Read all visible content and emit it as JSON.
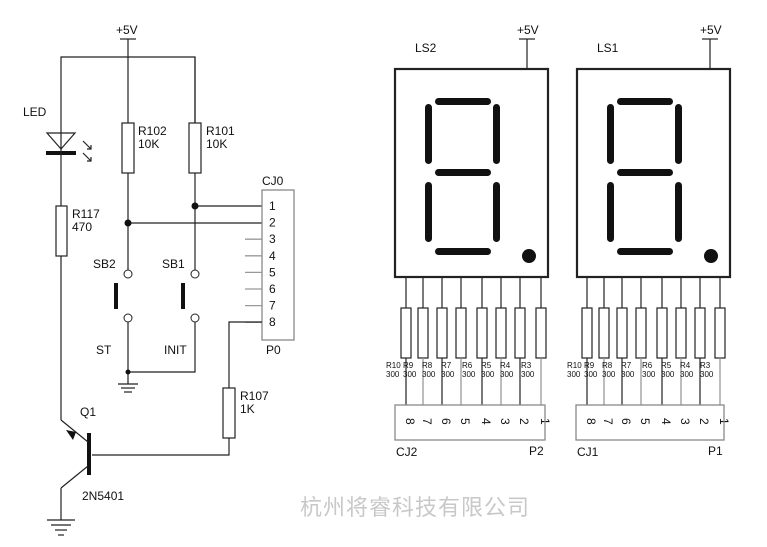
{
  "power_label": "+5V",
  "left": {
    "led": "LED",
    "r102": {
      "name": "R102",
      "value": "10K"
    },
    "r101": {
      "name": "R101",
      "value": "10K"
    },
    "r117": {
      "name": "R117",
      "value": "470"
    },
    "r107": {
      "name": "R107",
      "value": "1K"
    },
    "sb2": "SB2",
    "sb1": "SB1",
    "st": "ST",
    "init": "INIT",
    "q1": "Q1",
    "q1_part": "2N5401",
    "cj0": "CJ0",
    "p0": "P0",
    "cj0_pins": [
      "1",
      "2",
      "3",
      "4",
      "5",
      "6",
      "7",
      "8"
    ]
  },
  "displays": [
    {
      "name": "LS2",
      "connector": "CJ2",
      "port": "P2"
    },
    {
      "name": "LS1",
      "connector": "CJ1",
      "port": "P1"
    }
  ],
  "resistors": [
    {
      "name": "R10",
      "value": "300"
    },
    {
      "name": "R9",
      "value": "300"
    },
    {
      "name": "R8",
      "value": "300"
    },
    {
      "name": "R7",
      "value": "300"
    },
    {
      "name": "R6",
      "value": "300"
    },
    {
      "name": "R5",
      "value": "300"
    },
    {
      "name": "R4",
      "value": "300"
    },
    {
      "name": "R3",
      "value": "300"
    }
  ],
  "connector_pins": [
    "8",
    "7",
    "6",
    "5",
    "4",
    "3",
    "2",
    "1"
  ],
  "watermark": "杭州将睿科技有限公司"
}
